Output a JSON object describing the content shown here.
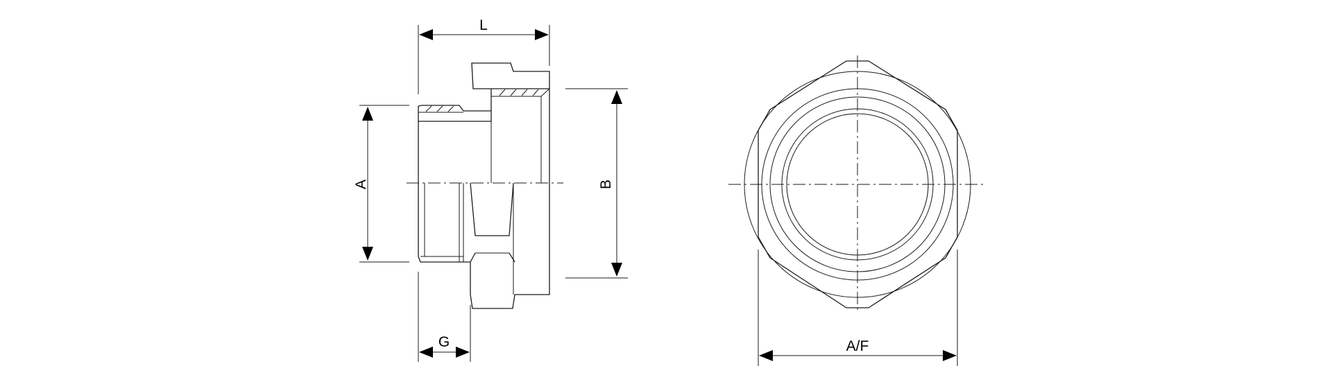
{
  "drawing": {
    "dimensions": {
      "length": "L",
      "male_diameter": "A",
      "female_diameter": "B",
      "gap": "G",
      "across_flats": "A/F"
    }
  }
}
